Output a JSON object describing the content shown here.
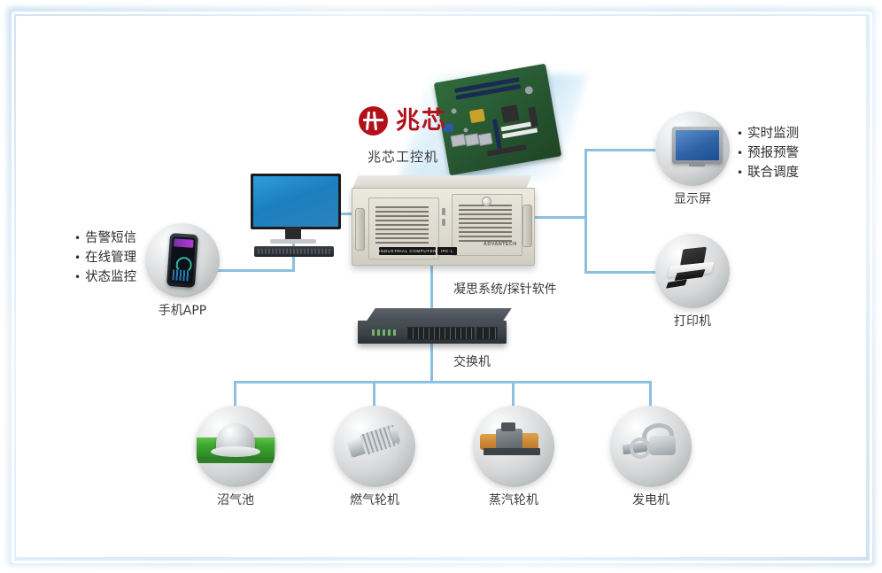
{
  "diagram": {
    "title_block": {
      "brand_name": "兆芯",
      "brand_subtitle": "兆芯工控机",
      "brand_color": "#b3111a",
      "logo_icon": "zhaoxin-logo-icon"
    },
    "line_color": "#8cc0e0",
    "left_panel": {
      "bullets": [
        "告警短信",
        "在线管理",
        "状态监控"
      ],
      "node_label": "手机APP",
      "node_icon": "mobile-phone-icon"
    },
    "right_panel": {
      "bullets": [
        "实时监测",
        "预报预警",
        "联合调度"
      ],
      "display_label": "显示屏",
      "display_icon": "monitor-screen-icon",
      "printer_label": "打印机",
      "printer_icon": "printer-icon"
    },
    "center": {
      "ipc_label_top": "INDUSTRIAL COMPUTER",
      "ipc_label_model": "IPC-L",
      "ipc_vendor": "ADVANTECH",
      "software_label": "凝思系统/探针软件",
      "switch_label": "交换机",
      "monitor_icon": "desktop-monitor-icon",
      "mainboard_icon": "motherboard-icon",
      "ipc_icon": "industrial-pc-chassis-icon",
      "switch_icon": "network-switch-icon"
    },
    "field_devices": [
      {
        "label": "沼气池",
        "icon": "biogas-tank-icon"
      },
      {
        "label": "燃气轮机",
        "icon": "gas-turbine-icon"
      },
      {
        "label": "蒸汽轮机",
        "icon": "steam-turbine-icon"
      },
      {
        "label": "发电机",
        "icon": "generator-icon"
      }
    ]
  }
}
